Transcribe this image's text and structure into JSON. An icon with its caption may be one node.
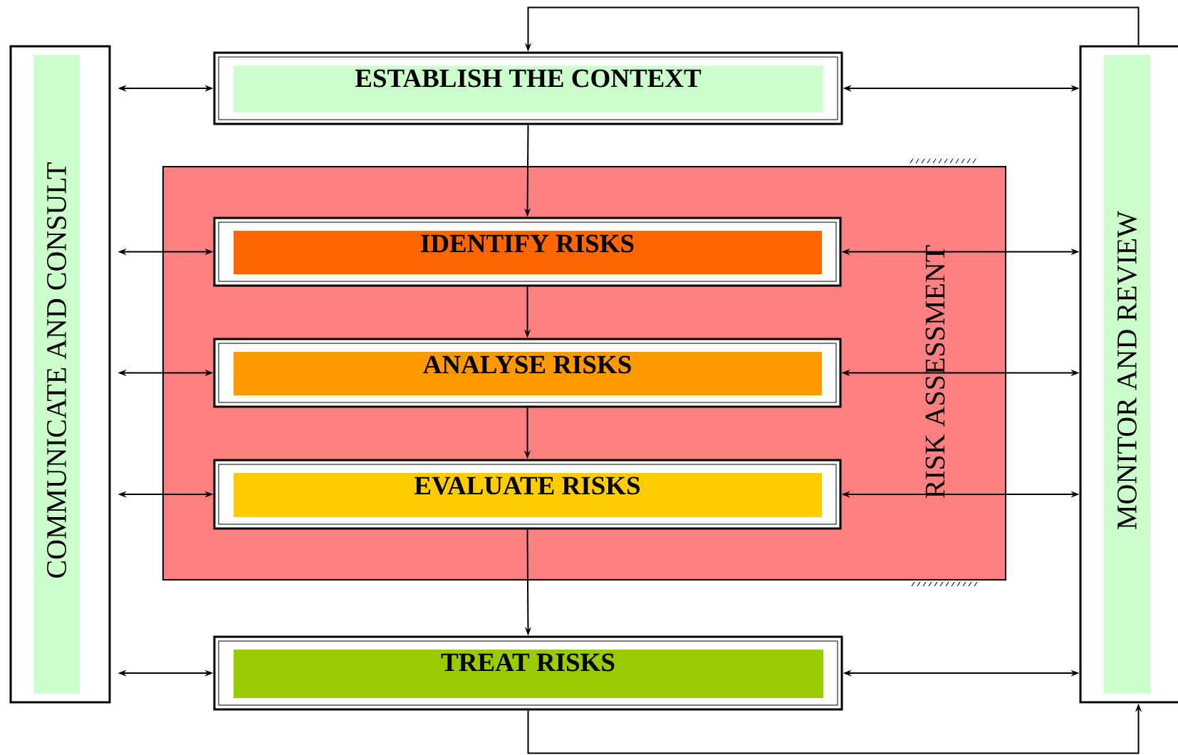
{
  "diagram": {
    "nodes": [
      {
        "text": [
          "COMMUNICATE AND CONSULT"
        ]
      },
      {
        "text": [
          "ESTABLISH THE CONTEXT"
        ]
      },
      {
        "text": [
          "RISK ASSESSMENT"
        ]
      },
      {
        "text": [
          "IDENTIFY RISKS"
        ],
        "in": 2
      },
      {
        "text": [
          "ANALYSE RISKS"
        ],
        "in": 2
      },
      {
        "text": [
          "EVALUATE RISKS"
        ],
        "in": 2
      },
      {
        "text": [
          "TREAT RISKS"
        ]
      },
      {
        "text": [
          "MONITOR AND REVIEW"
        ]
      }
    ],
    "edges": [
      {
        "from": 0,
        "to": 1,
        "arrow": "both"
      },
      {
        "from": 0,
        "to": 3,
        "arrow": "both"
      },
      {
        "from": 0,
        "to": 4,
        "arrow": "both"
      },
      {
        "from": 0,
        "to": 5,
        "arrow": "both"
      },
      {
        "from": 0,
        "to": 6,
        "arrow": "both"
      },
      {
        "from": 1,
        "to": 7,
        "arrow": "both"
      },
      {
        "from": 3,
        "to": 7,
        "arrow": "both"
      },
      {
        "from": 4,
        "to": 7,
        "arrow": "both"
      },
      {
        "from": 5,
        "to": 7,
        "arrow": "both"
      },
      {
        "from": 6,
        "to": 7,
        "arrow": "both"
      },
      {
        "from": 1,
        "to": 3,
        "arrow": "to"
      },
      {
        "from": 3,
        "to": 4,
        "arrow": "to"
      },
      {
        "from": 4,
        "to": 5,
        "arrow": "to"
      },
      {
        "from": 5,
        "to": 6,
        "arrow": "to"
      },
      {
        "from": 7,
        "to": 1,
        "arrow": "to"
      },
      {
        "from": 6,
        "to": 7,
        "arrow": "to"
      }
    ]
  }
}
